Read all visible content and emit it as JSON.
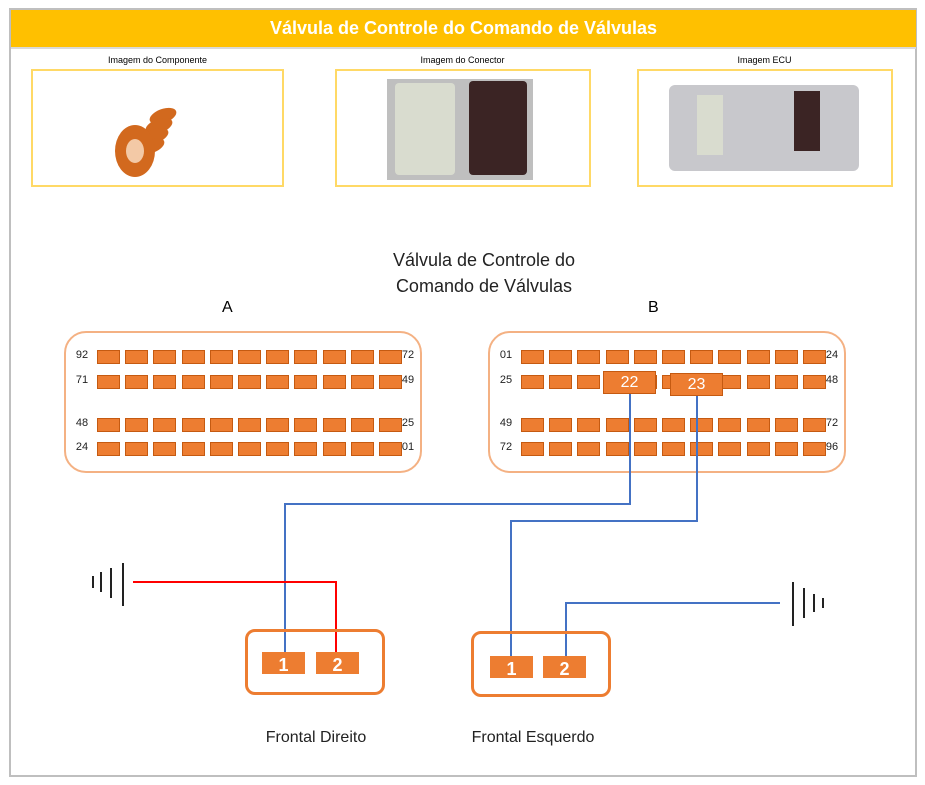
{
  "header": {
    "title": "Válvula de Controle do Comando de Válvulas"
  },
  "images": [
    {
      "label": "Imagem do Componente"
    },
    {
      "label": "Imagem do Conector"
    },
    {
      "label": "Imagem ECU"
    }
  ],
  "diagram": {
    "title_line1": "Válvula de Controle do",
    "title_line2": "Comando de Válvulas",
    "connector_a": {
      "label": "A",
      "row_labels": [
        [
          "92",
          "72"
        ],
        [
          "71",
          "49"
        ],
        [
          "48",
          "25"
        ],
        [
          "24",
          "01"
        ]
      ]
    },
    "connector_b": {
      "label": "B",
      "row_labels": [
        [
          "01",
          "24"
        ],
        [
          "25",
          "48"
        ],
        [
          "49",
          "72"
        ],
        [
          "72",
          "96"
        ]
      ],
      "highlighted_pins": [
        "22",
        "23"
      ]
    },
    "components": [
      {
        "label": "Frontal Direito",
        "pins": [
          "1",
          "2"
        ]
      },
      {
        "label": "Frontal Esquerdo",
        "pins": [
          "1",
          "2"
        ]
      }
    ],
    "colors": {
      "pin": "#ED7D31",
      "signal_wire": "#4472C4",
      "power_wire": "#FF0000",
      "header": "#FFC000"
    }
  }
}
